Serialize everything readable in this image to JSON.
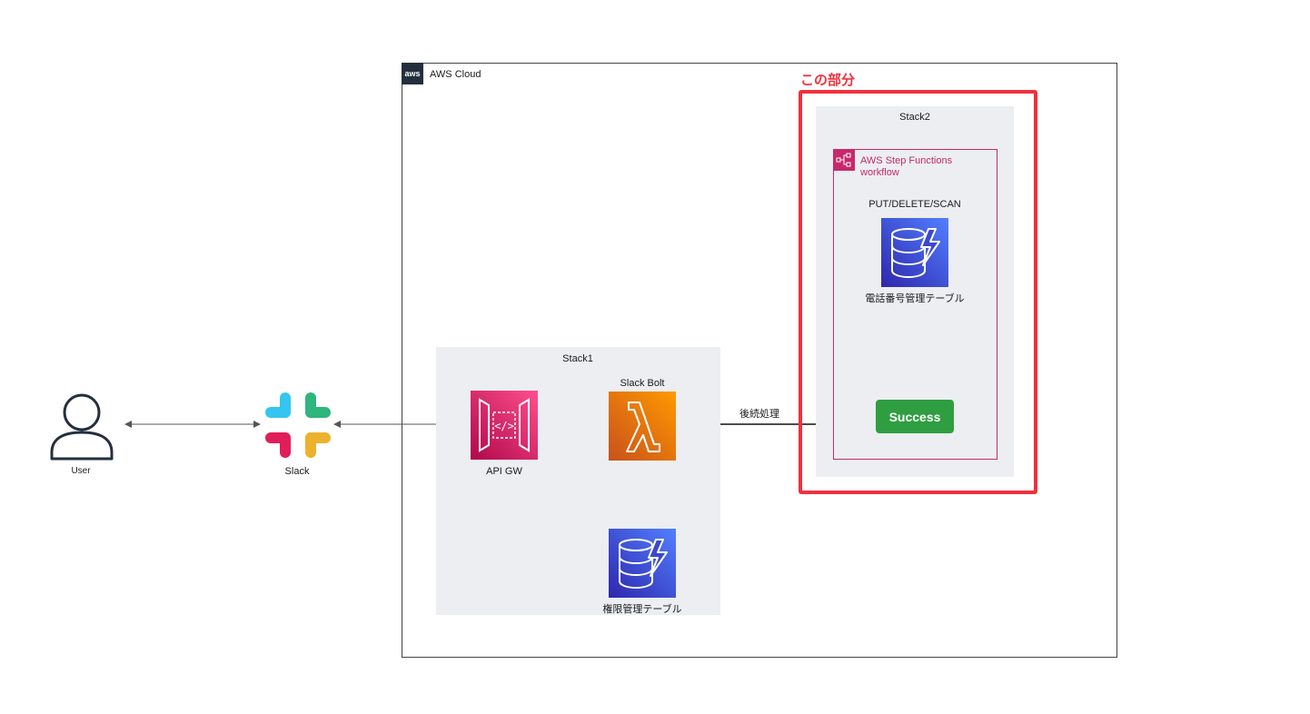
{
  "aws_cloud": {
    "logo_text": "aws",
    "label": "AWS Cloud"
  },
  "highlight": {
    "label": "この部分",
    "color": "#f2303d"
  },
  "stack1": {
    "label": "Stack1"
  },
  "stack2": {
    "label": "Stack2"
  },
  "step_functions": {
    "title_line1": "AWS Step Functions",
    "title_line2": "workflow",
    "color": "#c7296b"
  },
  "nodes": {
    "user": {
      "label": "User",
      "icon": "user-icon"
    },
    "slack": {
      "label": "Slack",
      "icon": "slack-logo-icon"
    },
    "api_gw": {
      "label": "API GW",
      "icon": "api-gateway-icon",
      "color": "#e7157b"
    },
    "slack_bolt": {
      "label": "Slack Bolt",
      "icon": "lambda-icon",
      "color": "#ed7100"
    },
    "permission_table": {
      "label": "権限管理テーブル",
      "icon": "dynamodb-icon",
      "color": "#3b48cc"
    },
    "phone_table": {
      "label": "電話番号管理テーブル",
      "icon": "dynamodb-icon",
      "color": "#3b48cc"
    },
    "success": {
      "label": "Success",
      "color": "#2e9e40"
    }
  },
  "annotations": {
    "operations": "PUT/DELETE/SCAN",
    "post_process": "後続処理"
  }
}
